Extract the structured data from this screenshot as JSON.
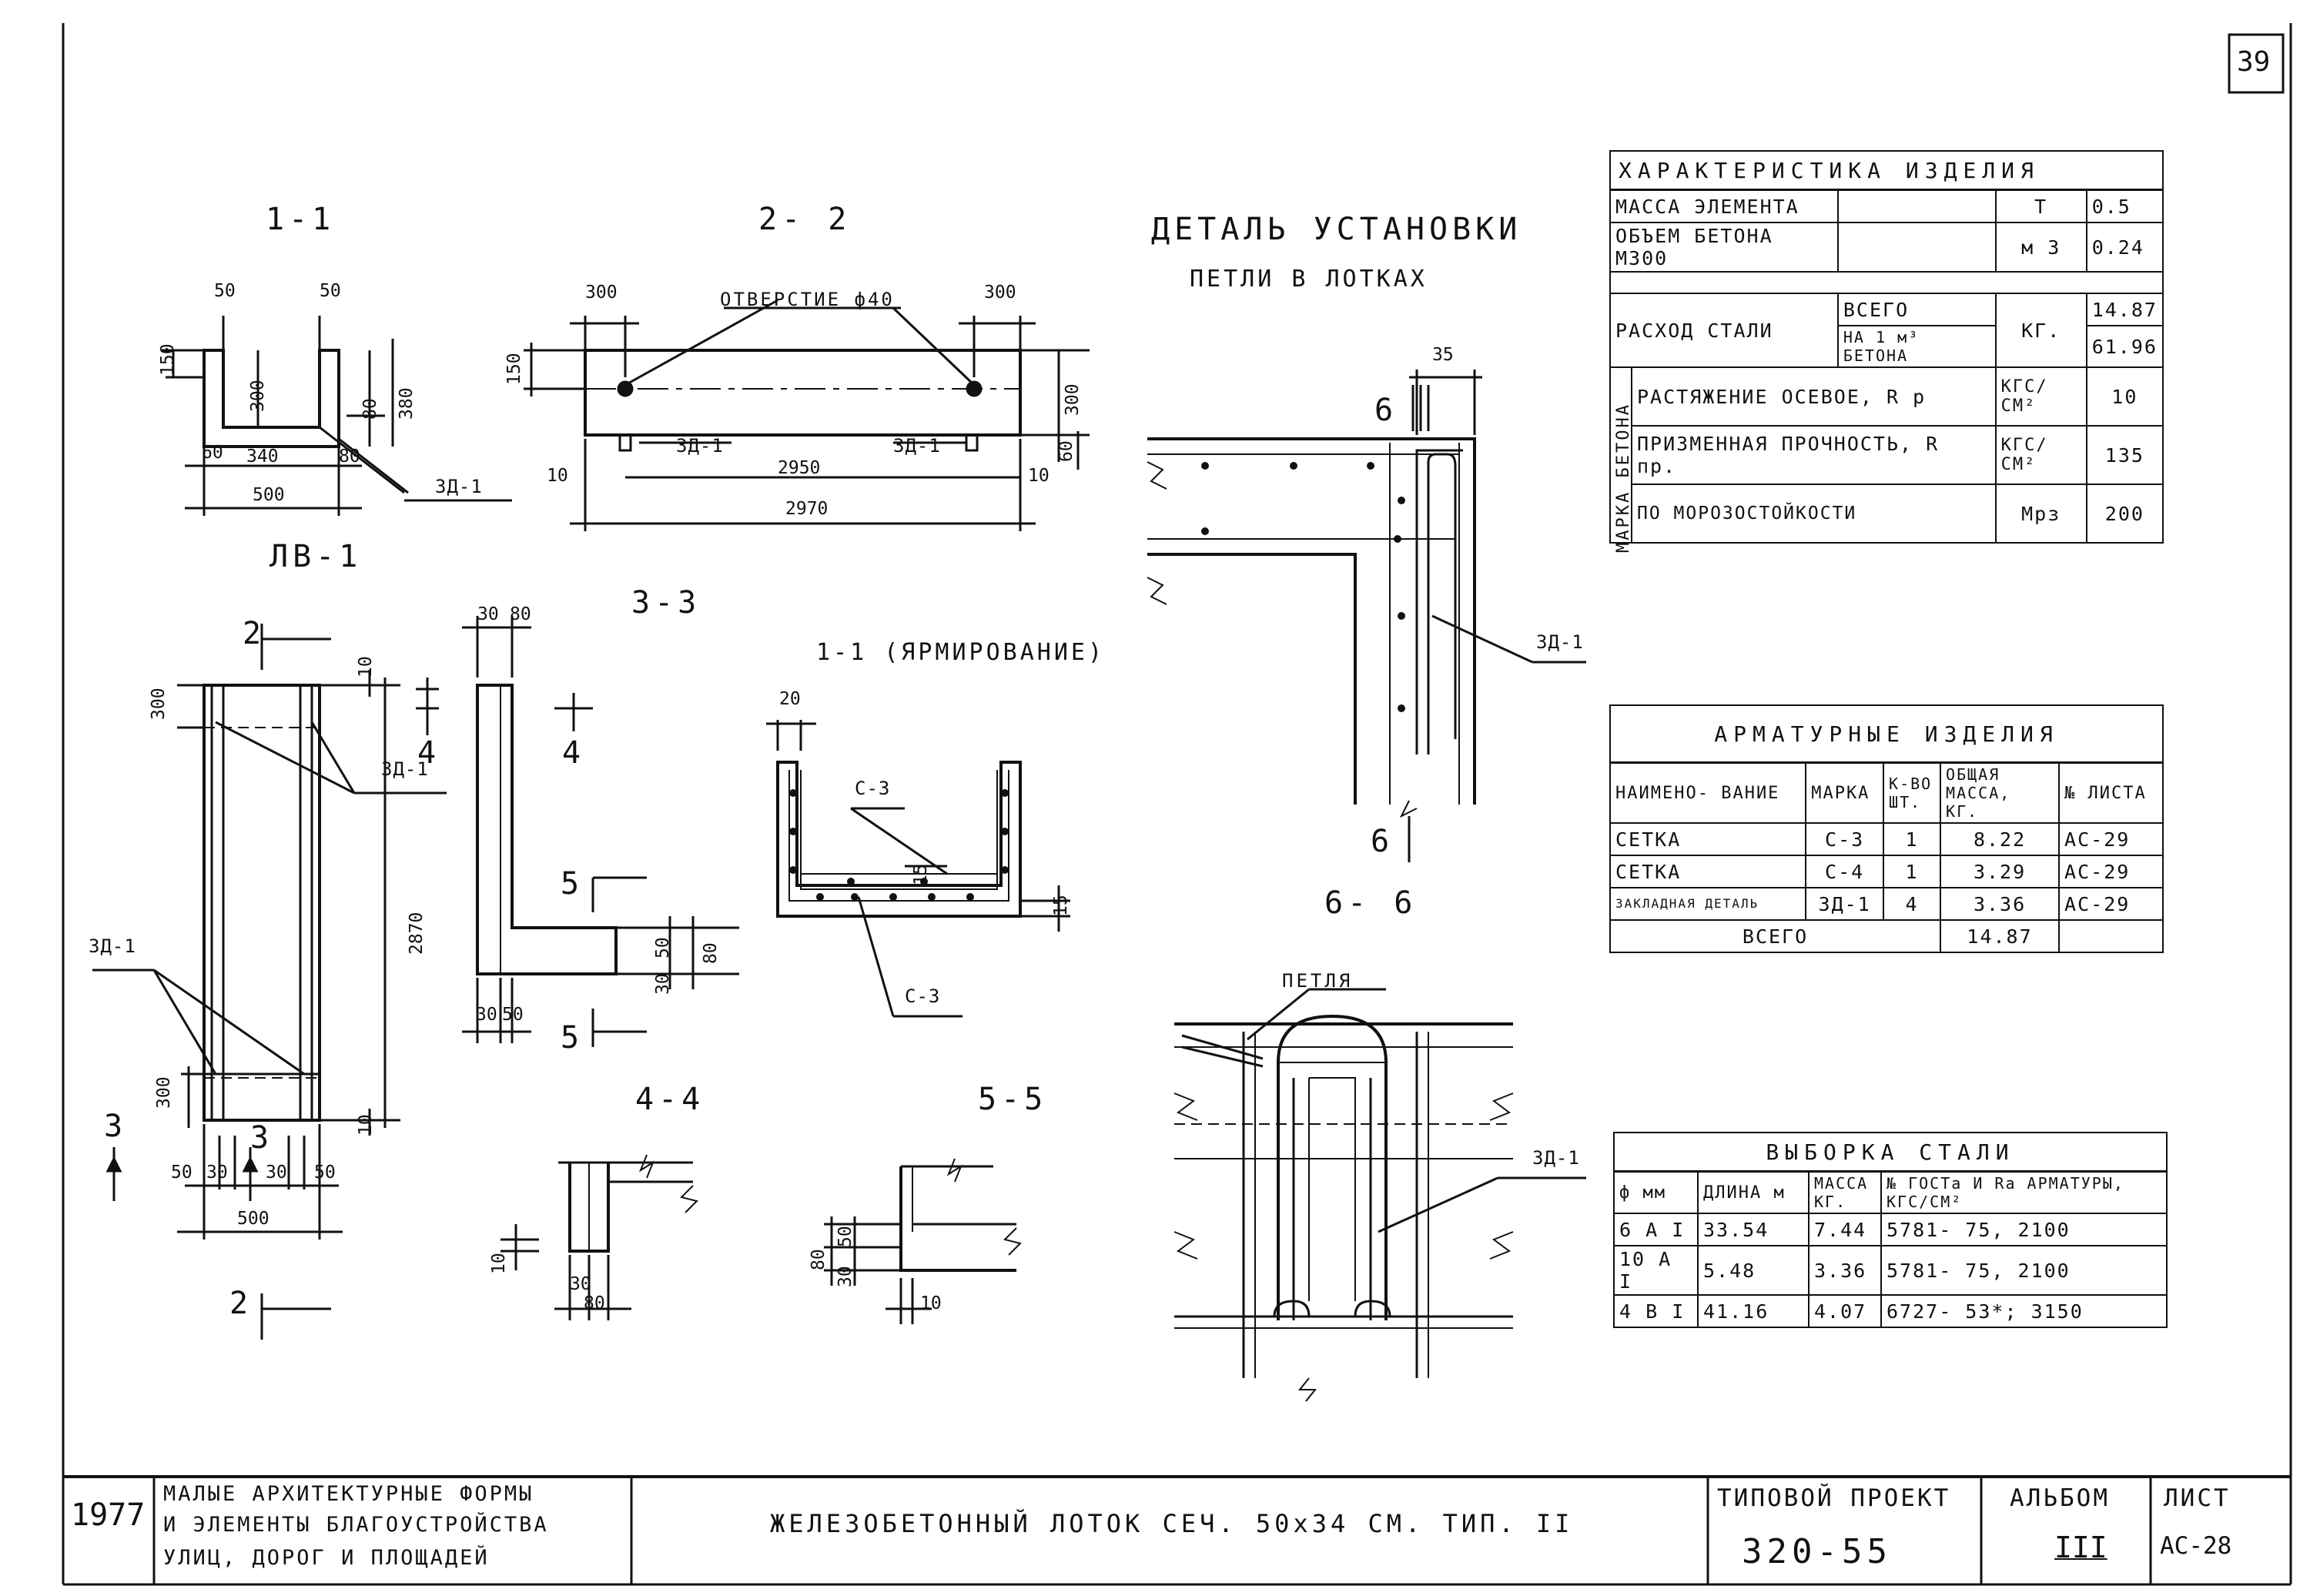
{
  "page_number": "39",
  "views": {
    "s11": "1-1",
    "s22": "2- 2",
    "s33": "3-3",
    "s44": "4-4",
    "s55": "5-5",
    "s66": "6- 6",
    "s11_arm": "1-1 (ЯРМИРОВАНИЕ)",
    "detail_l1": "ДЕТАЛЬ УСТАНОВКИ",
    "detail_l2": "ПЕТЛИ В ЛОТКАХ",
    "plan_label": "ЛВ-1"
  },
  "notes": {
    "hole": "ОТВЕРСТИЕ ф40",
    "zd1": "ЗД-1",
    "c3": "С-3",
    "loop": "ПЕТЛЯ"
  },
  "marks": {
    "two": "2",
    "three": "3",
    "four": "4",
    "five": "5",
    "six": "6"
  },
  "dims": {
    "d50": "50",
    "d150": "150",
    "d300": "300",
    "d80": "80",
    "d380": "380",
    "d60": "60",
    "d340": "340",
    "d500": "500",
    "d10": "10",
    "d2950": "2950",
    "d2970": "2970",
    "d2870": "2870",
    "d30": "30",
    "d35": "35",
    "d20": "20",
    "d15": "15"
  },
  "table_characteristics": {
    "title": "ХАРАКТЕРИСТИКА ИЗДЕЛИЯ",
    "rows": [
      [
        "МАССА ЭЛЕМЕНТА",
        "",
        "Т",
        "0.5"
      ],
      [
        "ОБЪЕМ БЕТОНА М300",
        "",
        "м 3",
        "0.24"
      ],
      [
        "РАСХОД СТАЛИ",
        "ВСЕГО",
        "КГ.",
        "14.87"
      ],
      [
        "",
        "НА 1 м³ БЕТОНА",
        "",
        "61.96"
      ]
    ],
    "concrete_label": "МАРКА БЕТОНА",
    "concrete_rows": [
      [
        "РАСТЯЖЕНИЕ ОСЕВОЕ, R р",
        "КГС/СМ²",
        "10"
      ],
      [
        "ПРИЗМЕННАЯ ПРОЧНОСТЬ, R пр.",
        "КГС/СМ²",
        "135"
      ],
      [
        "ПО МОРОЗОСТОЙКОСТИ",
        "Мрз",
        "200"
      ]
    ]
  },
  "table_armature": {
    "title": "АРМАТУРНЫЕ ИЗДЕЛИЯ",
    "headers": [
      "НАИМЕНО- ВАНИЕ",
      "МАРКА",
      "К-ВО ШТ.",
      "ОБЩАЯ МАССА, КГ.",
      "№ ЛИСТА"
    ],
    "rows": [
      [
        "СЕТКА",
        "С-3",
        "1",
        "8.22",
        "АС-29"
      ],
      [
        "СЕТКА",
        "С-4",
        "1",
        "3.29",
        "АС-29"
      ],
      [
        "ЗАКЛАДНАЯ ДЕТАЛЬ",
        "ЗД-1",
        "4",
        "3.36",
        "АС-29"
      ]
    ],
    "total_label": "ВСЕГО",
    "total_value": "14.87"
  },
  "table_steel": {
    "title": "ВЫБОРКА СТАЛИ",
    "headers": [
      "ф мм",
      "ДЛИНА м",
      "МАССА КГ.",
      "№ ГОСТа И Rа АРМАТУРЫ, КГС/СМ²"
    ],
    "rows": [
      [
        "6 А I",
        "33.54",
        "7.44",
        "5781- 75, 2100"
      ],
      [
        "10 А I",
        "5.48",
        "3.36",
        "5781- 75, 2100"
      ],
      [
        "4 В I",
        "41.16",
        "4.07",
        "6727- 53*; 3150"
      ]
    ]
  },
  "stamp": {
    "year": "1977",
    "org_l1": "МАЛЫЕ АРХИТЕКТУРНЫЕ ФОРМЫ",
    "org_l2": "И ЭЛЕМЕНТЫ БЛАГОУСТРОЙСТВА",
    "org_l3": "УЛИЦ, ДОРОГ И ПЛОЩАДЕЙ",
    "title": "ЖЕЛЕЗОБЕТОННЫЙ ЛОТОК СЕЧ. 50х34 СМ. ТИП. II",
    "project_label": "ТИПОВОЙ ПРОЕКТ",
    "project_number": "320-55",
    "album_label": "АЛЬБОМ",
    "album_value": "III",
    "sheet_label": "ЛИСТ",
    "sheet_value": "АС-28"
  }
}
